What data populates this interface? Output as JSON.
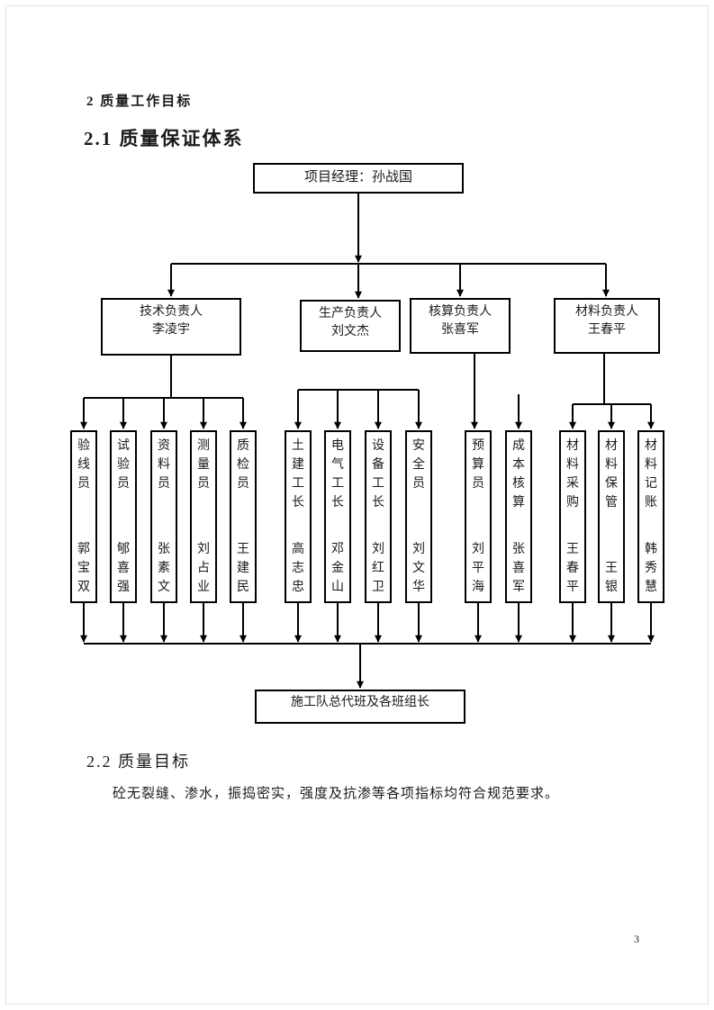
{
  "doc": {
    "heading1": "2 质量工作目标",
    "heading2": "2.1 质量保证体系",
    "heading3": "2.2  质量目标",
    "paragraph": "砼无裂缝、渗水，振捣密实，强度及抗渗等各项指标均符合规范要求。",
    "page_number": "3"
  },
  "colors": {
    "ink": "#000000",
    "paper": "#ffffff"
  },
  "chart": {
    "type": "org-flowchart",
    "top": {
      "label": "项目经理：孙战国"
    },
    "level2": [
      {
        "role": "技术负责人",
        "name": "李凌宇"
      },
      {
        "role": "生产负责人",
        "name": "刘文杰"
      },
      {
        "role": "核算负责人",
        "name": "张喜军"
      },
      {
        "role": "材料负责人",
        "name": "王春平"
      }
    ],
    "level3": [
      {
        "role": "验线员",
        "name": "郭宝双",
        "parent": "技术负责人"
      },
      {
        "role": "试验员",
        "name": "郇喜强",
        "parent": "技术负责人"
      },
      {
        "role": "资料员",
        "name": "张素文",
        "parent": "技术负责人"
      },
      {
        "role": "测量员",
        "name": "刘占业",
        "parent": "技术负责人"
      },
      {
        "role": "质检员",
        "name": "王建民",
        "parent": "技术负责人"
      },
      {
        "role": "土建工长",
        "name": "高志忠",
        "parent": "生产负责人"
      },
      {
        "role": "电气工长",
        "name": "邓金山",
        "parent": "生产负责人"
      },
      {
        "role": "设备工长",
        "name": "刘红卫",
        "parent": "生产负责人"
      },
      {
        "role": "安全员",
        "name": "刘文华",
        "parent": "生产负责人"
      },
      {
        "role": "预算员",
        "name": "刘平海",
        "parent": "核算负责人"
      },
      {
        "role": "成本核算",
        "name": "张喜军",
        "parent": "核算负责人"
      },
      {
        "role": "材料采购",
        "name": "王春平",
        "parent": "材料负责人"
      },
      {
        "role": "材料保管",
        "name": "王　银",
        "parent": "材料负责人"
      },
      {
        "role": "材料记账",
        "name": "韩秀慧",
        "parent": "材料负责人"
      }
    ],
    "bottom": {
      "label": "施工队总代班及各班组长"
    }
  }
}
